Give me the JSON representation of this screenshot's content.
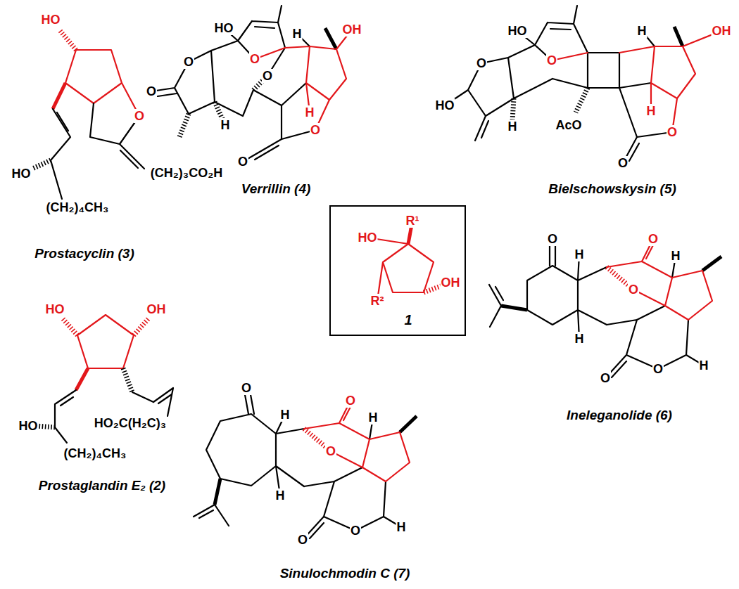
{
  "diagram": {
    "nodes": [
      {
        "text": [
          "R¹",
          "HO",
          "OH",
          "R²",
          "1"
        ]
      }
    ],
    "labels": [
      "HO",
      "O",
      "HO",
      "(CH₂)₃CO₂H",
      "(CH₂)₄CH₃",
      "Prostacyclin (3)",
      "HO",
      "O",
      "H",
      "OH",
      "O",
      "O",
      "O",
      "H",
      "H",
      "O",
      "O",
      "Verrillin (4)",
      "HO",
      "O",
      "H",
      "OH",
      "O",
      "HO",
      "H",
      "AcO",
      "H",
      "O",
      "O",
      "Bielschowskysin (5)",
      "HO",
      "OH",
      "HO",
      "HO₂C(H₂C)₃",
      "(CH₂)₄CH₃",
      "Prostaglandin E₂ (2)",
      "O",
      "H",
      "O",
      "H",
      "O",
      "H",
      "O",
      "O",
      "H",
      "Ineleganolide (6)",
      "O",
      "O",
      "H",
      "H",
      "O",
      "H",
      "O",
      "O",
      "H",
      "Sinulochmodin C (7)"
    ]
  }
}
